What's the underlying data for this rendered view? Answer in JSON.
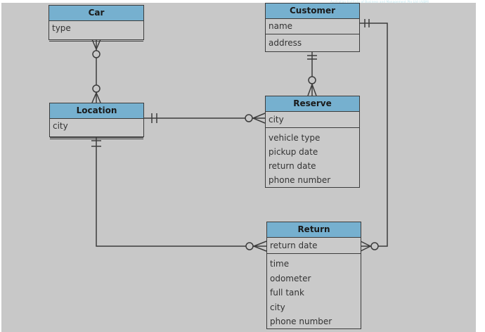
{
  "watermark": "Australian Institute of Business and Management Pty Ltd (AIBM)",
  "colors": {
    "header": "#76b0cf",
    "background": "#c8c8c8",
    "line": "#3c3c3c"
  },
  "entities": {
    "car": {
      "title": "Car",
      "key_attributes": [
        "type"
      ],
      "attributes": []
    },
    "customer": {
      "title": "Customer",
      "key_attributes": [
        "name"
      ],
      "attributes": [
        "address"
      ]
    },
    "location": {
      "title": "Location",
      "key_attributes": [
        "city"
      ],
      "attributes": []
    },
    "reserve": {
      "title": "Reserve",
      "key_attributes": [
        "city"
      ],
      "attributes": [
        "vehicle type",
        "pickup date",
        "return date",
        "phone number"
      ]
    },
    "return": {
      "title": "Return",
      "key_attributes": [
        "return date"
      ],
      "attributes": [
        "time",
        "odometer",
        "full tank",
        "city",
        "phone number"
      ]
    }
  },
  "relationships": [
    {
      "from": "Car",
      "from_cardinality": "zero-or-many",
      "to": "Location",
      "to_cardinality": "zero-or-many"
    },
    {
      "from": "Customer",
      "from_cardinality": "one-and-only-one",
      "to": "Reserve",
      "to_cardinality": "zero-or-many"
    },
    {
      "from": "Location",
      "from_cardinality": "one-and-only-one",
      "to": "Reserve",
      "to_cardinality": "zero-or-many"
    },
    {
      "from": "Location",
      "from_cardinality": "one-and-only-one",
      "to": "Return",
      "to_cardinality": "zero-or-many"
    },
    {
      "from": "Customer",
      "from_cardinality": "one-and-only-one",
      "to": "Return",
      "to_cardinality": "zero-or-many"
    }
  ]
}
